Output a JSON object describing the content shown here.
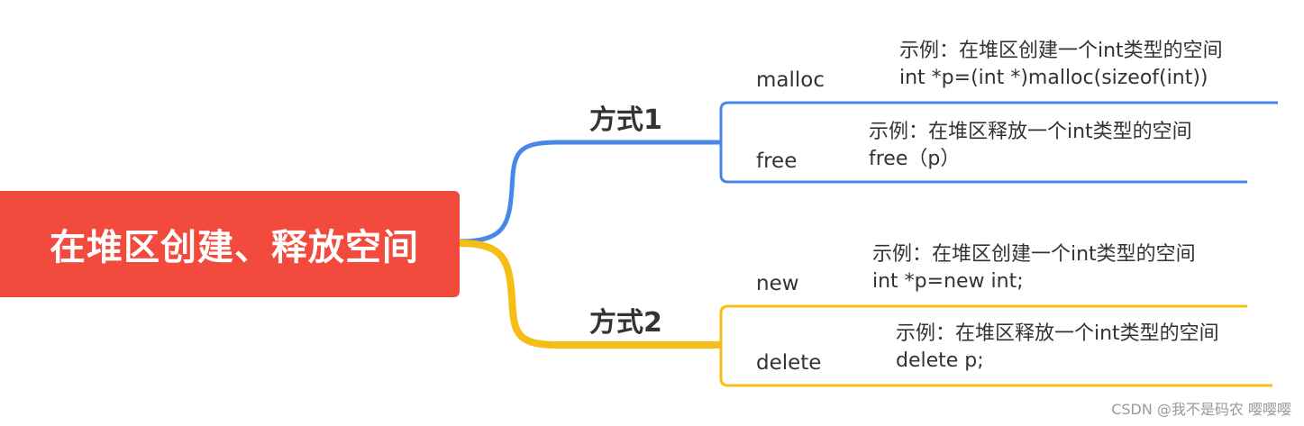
{
  "root": {
    "label": "在堆区创建、释放空间"
  },
  "branches": [
    {
      "label": "方式1",
      "color": "#4a86e8",
      "items": [
        {
          "label": "malloc",
          "note": [
            "示例：在堆区创建一个int类型的空间",
            "int *p=(int *)malloc(sizeof(int))"
          ]
        },
        {
          "label": "free",
          "note": [
            "示例：在堆区释放一个int类型的空间",
            "free（p）"
          ]
        }
      ]
    },
    {
      "label": "方式2",
      "color": "#f6bd16",
      "items": [
        {
          "label": "new",
          "note": [
            "示例：在堆区创建一个int类型的空间",
            "int *p=new int;"
          ]
        },
        {
          "label": "delete",
          "note": [
            "示例：在堆区释放一个int类型的空间",
            "delete p;"
          ]
        }
      ]
    }
  ],
  "colors": {
    "root": "#f24a3d",
    "branch1": "#4a86e8",
    "branch2": "#f6bd16"
  },
  "watermark": "CSDN @我不是码农 嘤嘤嘤"
}
